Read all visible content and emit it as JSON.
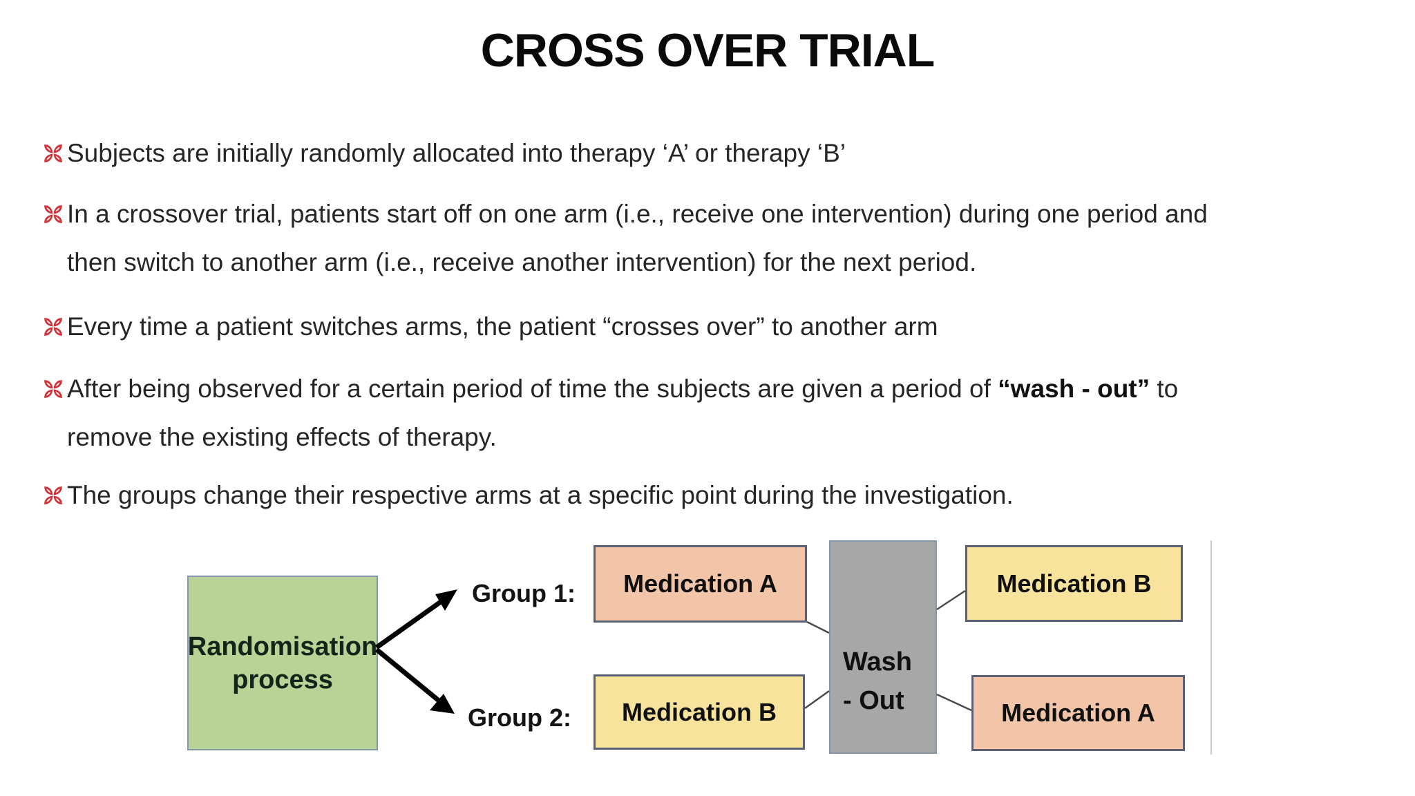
{
  "title": "CROSS OVER TRIAL",
  "bullets": [
    {
      "text": "Subjects are initially randomly allocated into therapy ‘A’ or therapy ‘B’"
    },
    {
      "line1": "In a crossover trial, patients start off on one arm (i.e., receive one intervention) during one period and",
      "line2": "then switch to another arm (i.e., receive another intervention) for the next period."
    },
    {
      "text": "Every time a patient switches arms, the patient “crosses over” to another arm"
    },
    {
      "line1_pre": "After being observed for a certain period of time the subjects are given a period of ",
      "line1_bold": "“wash - out”",
      "line1_post": " to",
      "line2": "remove the existing effects of therapy."
    },
    {
      "text": "The groups change their respective arms at a specific point during the investigation."
    }
  ],
  "diagram": {
    "randomisation": {
      "line1": "Randomisation",
      "line2": "process",
      "fill": "#b9d295"
    },
    "group1_label": "Group 1:",
    "group2_label": "Group 2:",
    "washout": {
      "line1": "Wash",
      "line2": "- Out",
      "fill": "#a7a7a7"
    },
    "group1_period1": {
      "label": "Medication A",
      "fill": "#f2c5a8"
    },
    "group1_period2": {
      "label": "Medication B",
      "fill": "#f7e39b"
    },
    "group2_period1": {
      "label": "Medication B",
      "fill": "#f7e39b"
    },
    "group2_period2": {
      "label": "Medication A",
      "fill": "#f2c5a8"
    }
  },
  "colors": {
    "bullet_marker": "#cf3339",
    "box_border": "#5c6274",
    "arrow": "#000000",
    "connector": "#4a4a4a",
    "title_text": "#0a0a0a"
  }
}
